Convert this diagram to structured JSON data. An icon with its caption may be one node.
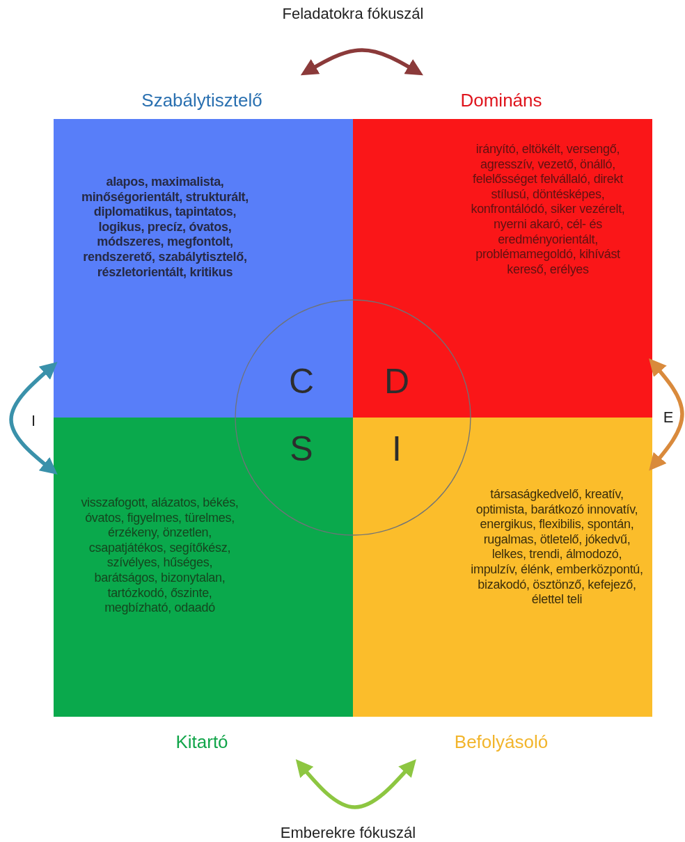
{
  "diagram": {
    "nodes": [
      {
        "text": [
          "Szabálytisztelő",
          "alapos, maximalista, minőségorientált, strukturált, diplomatikus, tapintatos, logikus, precíz, óvatos, módszeres, megfontolt, rendszerető, szabálytisztelő, részletorientált, kritikus",
          "C"
        ]
      },
      {
        "text": [
          "Domináns",
          "irányító, eltökélt, versengő, agresszív, vezető, önálló, felelősséget felvállaló, direkt stílusú, döntésképes, konfrontálódó, siker vezérelt, nyerni akaró, cél- és eredményorientált, problémamegoldó, kihívást kereső, erélyes",
          "D"
        ]
      },
      {
        "text": [
          "S",
          "visszafogott, alázatos, békés, óvatos, figyelmes, türelmes, érzékeny, önzetlen, csapatjátékos, segítőkész, szívélyes, hűséges, barátságos, bizonytalan, tartózkodó, őszinte, megbízható, odaadó",
          "Kitartó"
        ]
      },
      {
        "text": [
          "I",
          "társaságkedvelő, kreatív, optimista, barátkozó innovatív, energikus, flexibilis, spontán, rugalmas, ötletelő, jókedvű, lelkes, trendi, álmodozó, impulzív, élénk, emberközpontú, bizakodó, ösztönző, kefejező, élettel teli",
          "Befolyásoló"
        ]
      }
    ],
    "edges": [
      {
        "from": 0,
        "to": 1,
        "arrow": "both",
        "label": "Feladatokra fókuszál",
        "color": "#8b3a3a"
      },
      {
        "from": 0,
        "to": 2,
        "arrow": "both",
        "label": "I",
        "color": "#3a91aa"
      },
      {
        "from": 1,
        "to": 3,
        "arrow": "both",
        "label": "E",
        "color": "#d98a3c"
      },
      {
        "from": 2,
        "to": 3,
        "arrow": "both",
        "label": "Emberekre fókuszál",
        "color": "#8dc641"
      }
    ]
  }
}
